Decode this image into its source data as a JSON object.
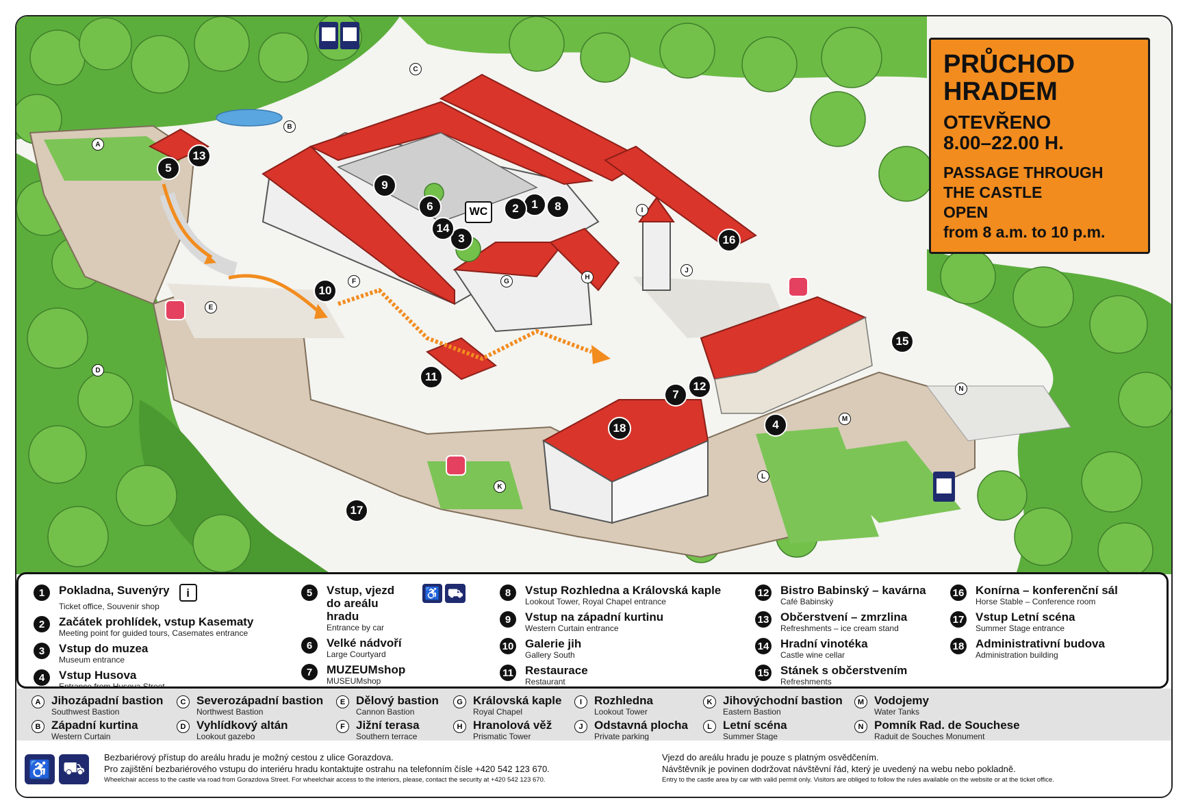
{
  "header": {
    "title_line1": "PRŮCHOD",
    "title_line2": "HRADEM",
    "open_line1": "OTEVŘENO",
    "open_line2": "8.00–22.00 H.",
    "en_line1": "PASSAGE THROUGH",
    "en_line2": "THE CASTLE",
    "en_line3": "OPEN",
    "en_line4": "from 8 a.m. to 10 p.m."
  },
  "map_labels": {
    "wc": "WC",
    "numbers": [
      "1",
      "2",
      "3",
      "4",
      "5",
      "6",
      "7",
      "8",
      "9",
      "10",
      "11",
      "12",
      "13",
      "14",
      "15",
      "16",
      "17",
      "18"
    ],
    "letters": [
      "A",
      "B",
      "C",
      "D",
      "E",
      "F",
      "G",
      "H",
      "I",
      "J",
      "K",
      "L",
      "M",
      "N"
    ]
  },
  "legend": {
    "numbered": [
      {
        "n": "1",
        "cz": "Pokladna, Suvenýry",
        "en": "Ticket office, Souvenir shop"
      },
      {
        "n": "2",
        "cz": "Začátek prohlídek, vstup Kasematy",
        "en": "Meeting point for guided tours, Casemates entrance"
      },
      {
        "n": "3",
        "cz": "Vstup do muzea",
        "en": "Museum entrance"
      },
      {
        "n": "4",
        "cz": "Vstup Husova",
        "en": "Entrance from Husova Street"
      },
      {
        "n": "5",
        "cz": "Vstup, vjezd",
        "cz2": "do areálu hradu",
        "en": "Entrance by car"
      },
      {
        "n": "6",
        "cz": "Velké nádvoří",
        "en": "Large Courtyard"
      },
      {
        "n": "7",
        "cz": "MUZEUMshop",
        "en": "MUSEUMshop"
      },
      {
        "n": "8",
        "cz": "Vstup Rozhledna a Královská kaple",
        "en": "Lookout Tower, Royal Chapel entrance"
      },
      {
        "n": "9",
        "cz": "Vstup na západní kurtinu",
        "en": "Western Curtain entrance"
      },
      {
        "n": "10",
        "cz": "Galerie jih",
        "en": "Gallery South"
      },
      {
        "n": "11",
        "cz": "Restaurace",
        "en": "Restaurant"
      },
      {
        "n": "12",
        "cz": "Bistro Babinský – kavárna",
        "en": "Café Babinský"
      },
      {
        "n": "13",
        "cz": "Občerstvení – zmrzlina",
        "en": "Refreshments – ice cream stand"
      },
      {
        "n": "14",
        "cz": "Hradní vinotéka",
        "en": "Castle wine cellar"
      },
      {
        "n": "15",
        "cz": "Stánek s občerstvením",
        "en": "Refreshments"
      },
      {
        "n": "16",
        "cz": "Konírna – konferenční sál",
        "en": "Horse Stable – Conference room"
      },
      {
        "n": "17",
        "cz": "Vstup Letní scéna",
        "en": "Summer Stage entrance"
      },
      {
        "n": "18",
        "cz": "Administrativní budova",
        "en": "Administration building"
      }
    ],
    "info_icon": "i",
    "info_icon_name": "info-icon",
    "access_icons": [
      "wheelchair-icon",
      "stroller-icon"
    ]
  },
  "letters": [
    {
      "l": "A",
      "cz": "Jihozápadní bastion",
      "en": "Southwest Bastion"
    },
    {
      "l": "B",
      "cz": "Západní kurtina",
      "en": "Western Curtain"
    },
    {
      "l": "C",
      "cz": "Severozápadní  bastion",
      "en": "Northwest Bastion"
    },
    {
      "l": "D",
      "cz": "Vyhlídkový altán",
      "en": "Lookout gazebo"
    },
    {
      "l": "E",
      "cz": "Dělový bastion",
      "en": "Cannon Bastion"
    },
    {
      "l": "F",
      "cz": "Jižní terasa",
      "en": "Southern terrace"
    },
    {
      "l": "G",
      "cz": "Královská kaple",
      "en": "Royal Chapel"
    },
    {
      "l": "H",
      "cz": "Hranolová věž",
      "en": "Prismatic Tower"
    },
    {
      "l": "I",
      "cz": "Rozhledna",
      "en": "Lookout Tower"
    },
    {
      "l": "J",
      "cz": "Odstavná plocha",
      "en": "Private parking"
    },
    {
      "l": "K",
      "cz": "Jihovýchodní bastion",
      "en": "Eastern Bastion"
    },
    {
      "l": "L",
      "cz": "Letní scéna",
      "en": "Summer Stage"
    },
    {
      "l": "M",
      "cz": "Vodojemy",
      "en": "Water Tanks"
    },
    {
      "l": "N",
      "cz": "Pomník Rad. de Souchese",
      "en": "Raduit de Souches Monument"
    }
  ],
  "footer": {
    "left1": "Bezbariérový přístup do areálu hradu je možný cestou z ulice Gorazdova.",
    "left2": "Pro zajištění bezbariérového vstupu do interiéru hradu kontaktujte ostrahu na telefonním čísle +420 542 123 670.",
    "left3": "Wheelchair access to the castle via road from Gorazdova Street. For wheelchair access to the interiors, please, contact the security at +420 542 123 670.",
    "right1": "Vjezd do areálu hradu je pouze s platným osvědčením.",
    "right2": "Návštěvník je povinen dodržovat návštěvní řád, který je uvedený na webu nebo pokladně.",
    "right3": "Entry to the castle area by car with valid permit only. Visitors are obliged to follow the rules available on the website or at the ticket office."
  },
  "colors": {
    "roof": "#d9352b",
    "green": "#5cae3c",
    "orange": "#f28c1e",
    "navy": "#1f2b6e",
    "stone": "#d9cbb8"
  }
}
